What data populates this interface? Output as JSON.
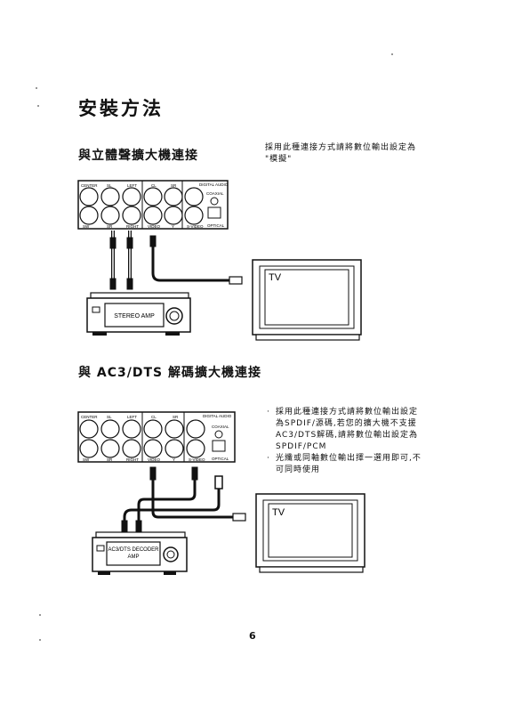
{
  "page": {
    "title": "安裝方法",
    "page_number": "6"
  },
  "section1": {
    "heading": "與立體聲擴大機連接",
    "note_line1": "採用此種連接方式請將數位輸出設定為",
    "note_line2": "\"模擬\"",
    "amp_label": "STEREO AMP",
    "tv_label": "TV"
  },
  "section2": {
    "heading": "與 AC3/DTS 解碼擴大機連接",
    "bullet1_line1": "採用此種連接方式請將數位輸出設定",
    "bullet1_line2": "為SPDIF/源碼,若您的擴大機不支援",
    "bullet1_line3": "AC3/DTS解碼,請將數位輸出設定為",
    "bullet1_line4": "SPDIF/PCM",
    "bullet2_line1": "光纖或同軸數位輸出擇一選用即可,不",
    "bullet2_line2": "可同時使用",
    "amp_label_line1": "AC3/DTS DECODER",
    "amp_label_line2": "AMP",
    "tv_label": "TV"
  },
  "panel": {
    "center": "CENTER",
    "sl": "SL",
    "left": "LEFT",
    "cl": "CL",
    "sr_top": "SR",
    "digital_audio": "DIGITAL AUDIO",
    "coaxial": "COAXIAL",
    "sw": "SW",
    "sr": "SR",
    "right": "RIGHT",
    "video": "VIDEO",
    "y": "Y",
    "s_video": "S-VIDEO",
    "optical": "OPTICAL"
  }
}
